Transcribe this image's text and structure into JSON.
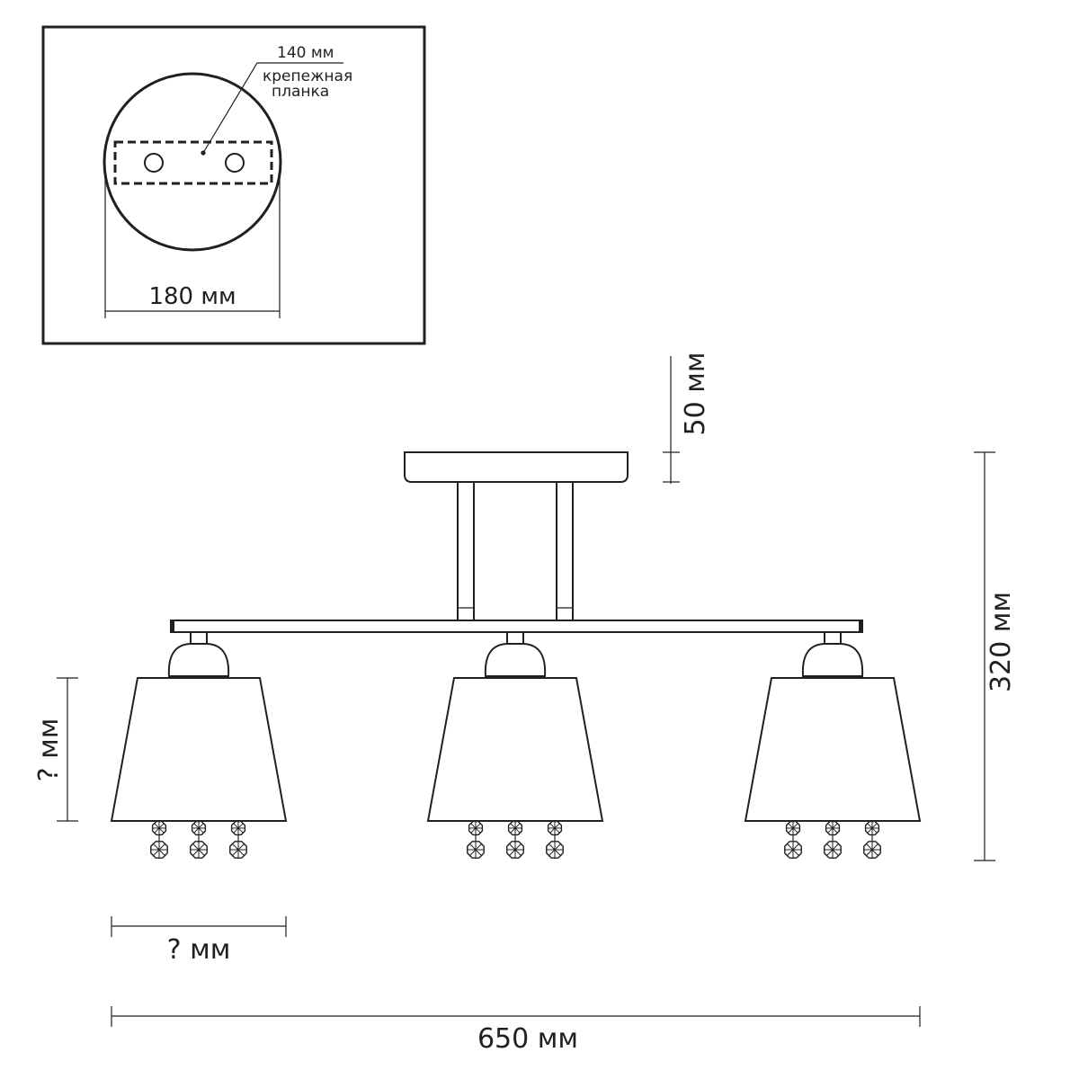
{
  "inset": {
    "plate_length_label": "140 мм",
    "plate_note_line1": "крепежная",
    "plate_note_line2": "планка",
    "base_diameter_label": "180 мм"
  },
  "dimensions": {
    "canopy_height_label": "50 мм",
    "total_height_label": "320 мм",
    "shade_height_label": "? мм",
    "shade_width_label": "? мм",
    "total_width_label": "650 мм"
  }
}
